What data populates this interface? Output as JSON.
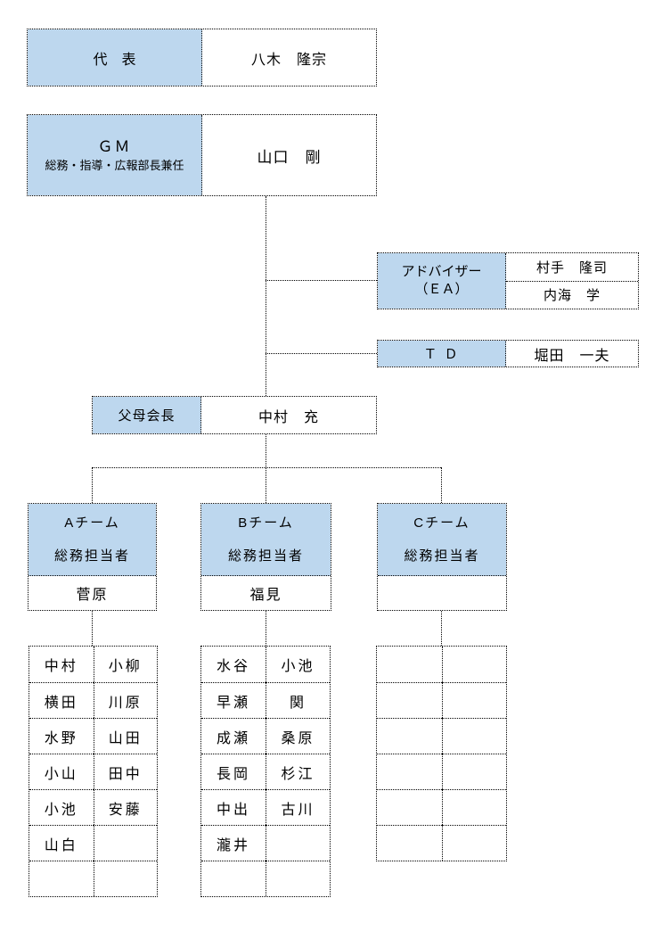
{
  "colors": {
    "header_fill": "#bdd7ee",
    "border": "#000000",
    "text": "#000000",
    "background": "#ffffff"
  },
  "chart": {
    "president": {
      "title": "代　表",
      "name": "八木　隆宗"
    },
    "gm": {
      "title": "ＧＭ",
      "subtitle": "総務・指導・広報部長兼任",
      "name": "山口　剛"
    },
    "advisor": {
      "title_line1": "アドバイザー",
      "title_line2": "（ＥＡ）",
      "name1": "村手　隆司",
      "name2": "内海　学"
    },
    "td": {
      "title": "Ｔ Ｄ",
      "name": "堀田　一夫"
    },
    "parents_chair": {
      "title": "父母会長",
      "name": "中村　充"
    },
    "teams": [
      {
        "label": "Aチーム",
        "role": "総務担当者",
        "manager": "菅原",
        "members": [
          [
            "中村",
            "小柳"
          ],
          [
            "横田",
            "川原"
          ],
          [
            "水野",
            "山田"
          ],
          [
            "小山",
            "田中"
          ],
          [
            "小池",
            "安藤"
          ],
          [
            "山白",
            ""
          ],
          [
            "",
            ""
          ]
        ]
      },
      {
        "label": "Bチーム",
        "role": "総務担当者",
        "manager": "福見",
        "members": [
          [
            "水谷",
            "小池"
          ],
          [
            "早瀬",
            "関"
          ],
          [
            "成瀬",
            "桑原"
          ],
          [
            "長岡",
            "杉江"
          ],
          [
            "中出",
            "古川"
          ],
          [
            "瀧井",
            ""
          ],
          [
            "",
            ""
          ]
        ]
      },
      {
        "label": "Cチーム",
        "role": "総務担当者",
        "manager": "",
        "members": [
          [
            "",
            ""
          ],
          [
            "",
            ""
          ],
          [
            "",
            ""
          ],
          [
            "",
            ""
          ],
          [
            "",
            ""
          ],
          [
            "",
            ""
          ]
        ]
      }
    ]
  }
}
